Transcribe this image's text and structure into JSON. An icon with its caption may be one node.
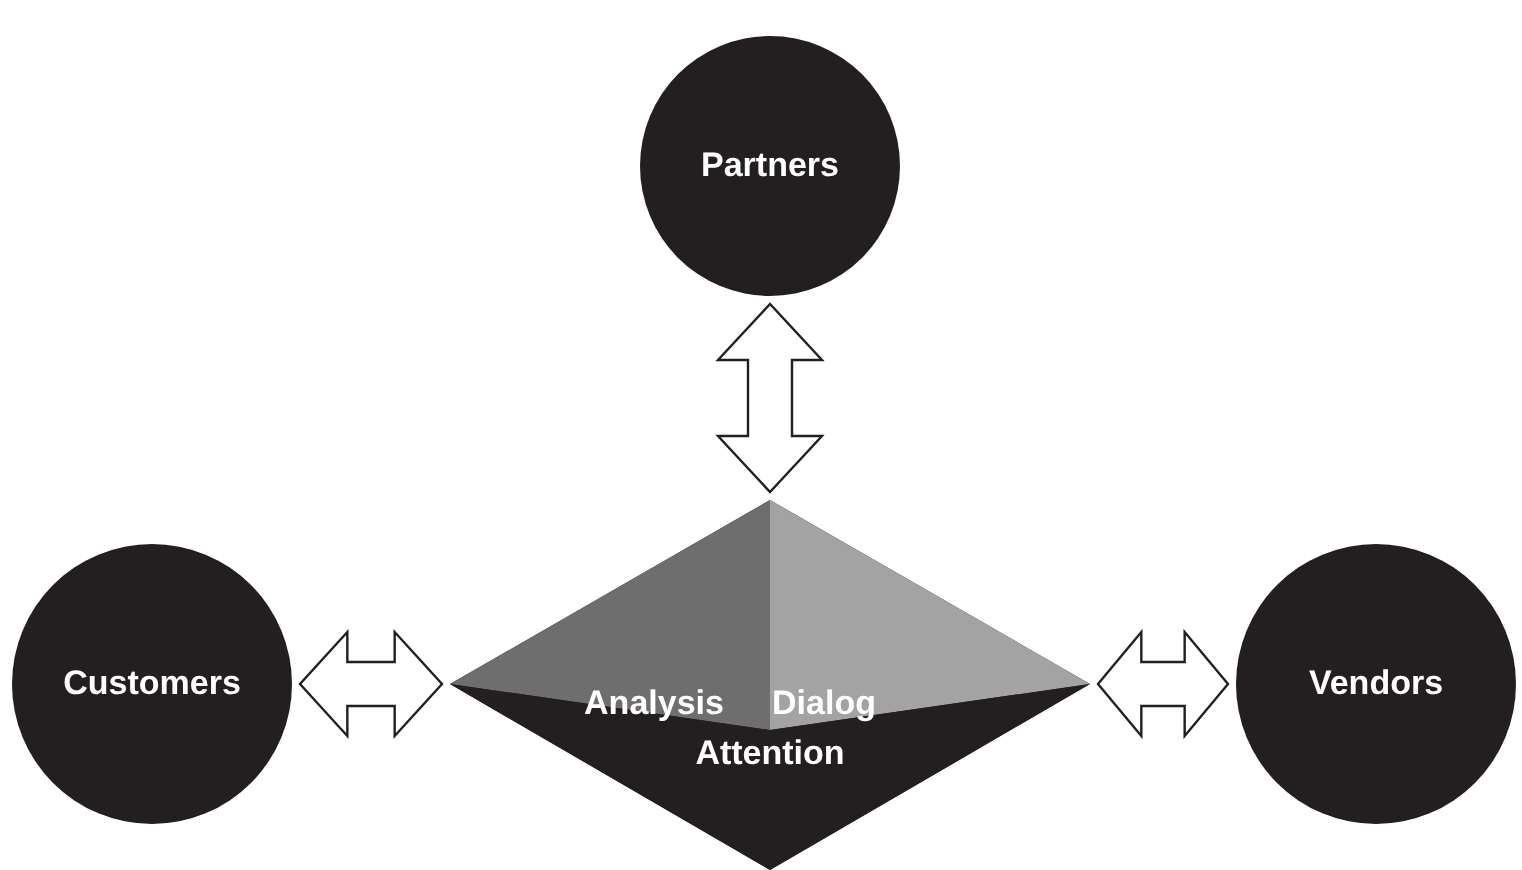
{
  "diagram": {
    "nodes": [
      {
        "text": [
          "Partners"
        ]
      },
      {
        "text": [
          "Customers"
        ]
      },
      {
        "text": [],
        "shape": "diamond"
      },
      {
        "text": [
          "Analysis"
        ],
        "in": 2
      },
      {
        "text": [
          "Dialog"
        ],
        "in": 2
      },
      {
        "text": [
          "Attention"
        ],
        "in": 2
      },
      {
        "text": [
          "Vendors"
        ]
      }
    ],
    "edges": [
      {
        "from": 0,
        "to": 2,
        "arrow": "both"
      },
      {
        "from": 1,
        "to": 2,
        "arrow": "both"
      },
      {
        "from": 2,
        "to": 6,
        "arrow": "both"
      }
    ]
  }
}
